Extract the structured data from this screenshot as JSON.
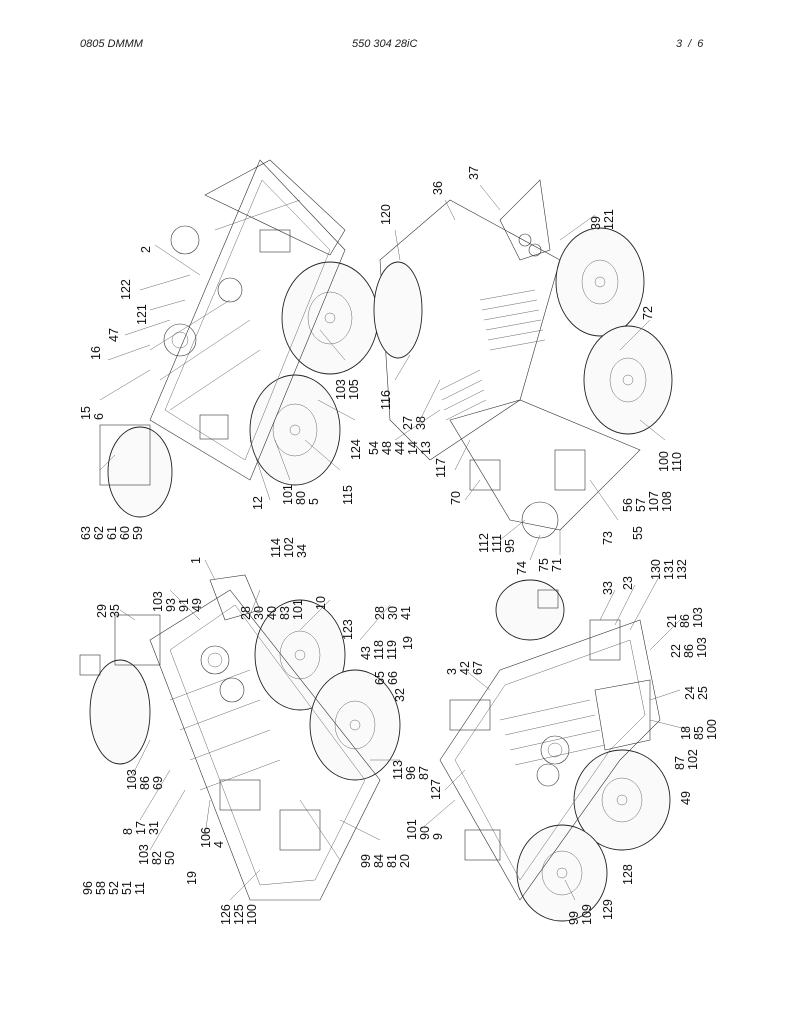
{
  "header": {
    "left": "0805 DMMM",
    "center": "550 304 28iC",
    "page_current": "3",
    "page_sep": "/",
    "page_total": "6"
  },
  "views": {
    "top_left": {
      "groups": [
        [
          "63",
          "62",
          "61",
          "60",
          "59"
        ],
        [
          "15",
          "6"
        ],
        [
          "16"
        ],
        [
          "47"
        ],
        [
          "121"
        ],
        [
          "122"
        ],
        [
          "2"
        ],
        [
          "114",
          "102",
          "34"
        ],
        [
          "12"
        ],
        [
          "101",
          "80",
          "5"
        ],
        [
          "115"
        ],
        [
          "124"
        ],
        [
          "103",
          "105"
        ]
      ]
    },
    "top_right": {
      "groups": [
        [
          "120"
        ],
        [
          "36"
        ],
        [
          "37"
        ],
        [
          "39",
          "121"
        ],
        [
          "116"
        ],
        [
          "27",
          "38"
        ],
        [
          "54",
          "48",
          "44",
          "14",
          "13"
        ],
        [
          "117"
        ],
        [
          "70"
        ],
        [
          "112",
          "111",
          "95"
        ],
        [
          "74"
        ],
        [
          "75",
          "71"
        ],
        [
          "73"
        ],
        [
          "55"
        ],
        [
          "56",
          "57",
          "107",
          "108"
        ],
        [
          "100",
          "110"
        ],
        [
          "72"
        ]
      ]
    },
    "bottom_left": {
      "groups": [
        [
          "29",
          "35"
        ],
        [
          "103",
          "93",
          "91",
          "49"
        ],
        [
          "1"
        ],
        [
          "28",
          "30",
          "40",
          "83",
          "101"
        ],
        [
          "10"
        ],
        [
          "28",
          "30",
          "41"
        ],
        [
          "123"
        ],
        [
          "43",
          "118",
          "119"
        ],
        [
          "19"
        ],
        [
          "65",
          "66"
        ],
        [
          "32"
        ],
        [
          "113",
          "96",
          "87"
        ],
        [
          "99",
          "84",
          "81",
          "20"
        ],
        [
          "96",
          "58",
          "52",
          "51",
          "11"
        ],
        [
          "103",
          "86",
          "69"
        ],
        [
          "8",
          "17",
          "31"
        ],
        [
          "103",
          "82",
          "50"
        ],
        [
          "106",
          "4"
        ],
        [
          "19"
        ],
        [
          "126",
          "125",
          "100"
        ]
      ]
    },
    "bottom_right": {
      "groups": [
        [
          "3",
          "42",
          "67"
        ],
        [
          "33"
        ],
        [
          "23"
        ],
        [
          "130",
          "131",
          "132"
        ],
        [
          "21",
          "86",
          "103"
        ],
        [
          "22",
          "86",
          "103"
        ],
        [
          "24",
          "25"
        ],
        [
          "18",
          "85",
          "100"
        ],
        [
          "87",
          "102"
        ],
        [
          "49"
        ],
        [
          "127"
        ],
        [
          "101",
          "90",
          "9"
        ],
        [
          "128"
        ],
        [
          "99",
          "109"
        ],
        [
          "129"
        ]
      ]
    }
  }
}
